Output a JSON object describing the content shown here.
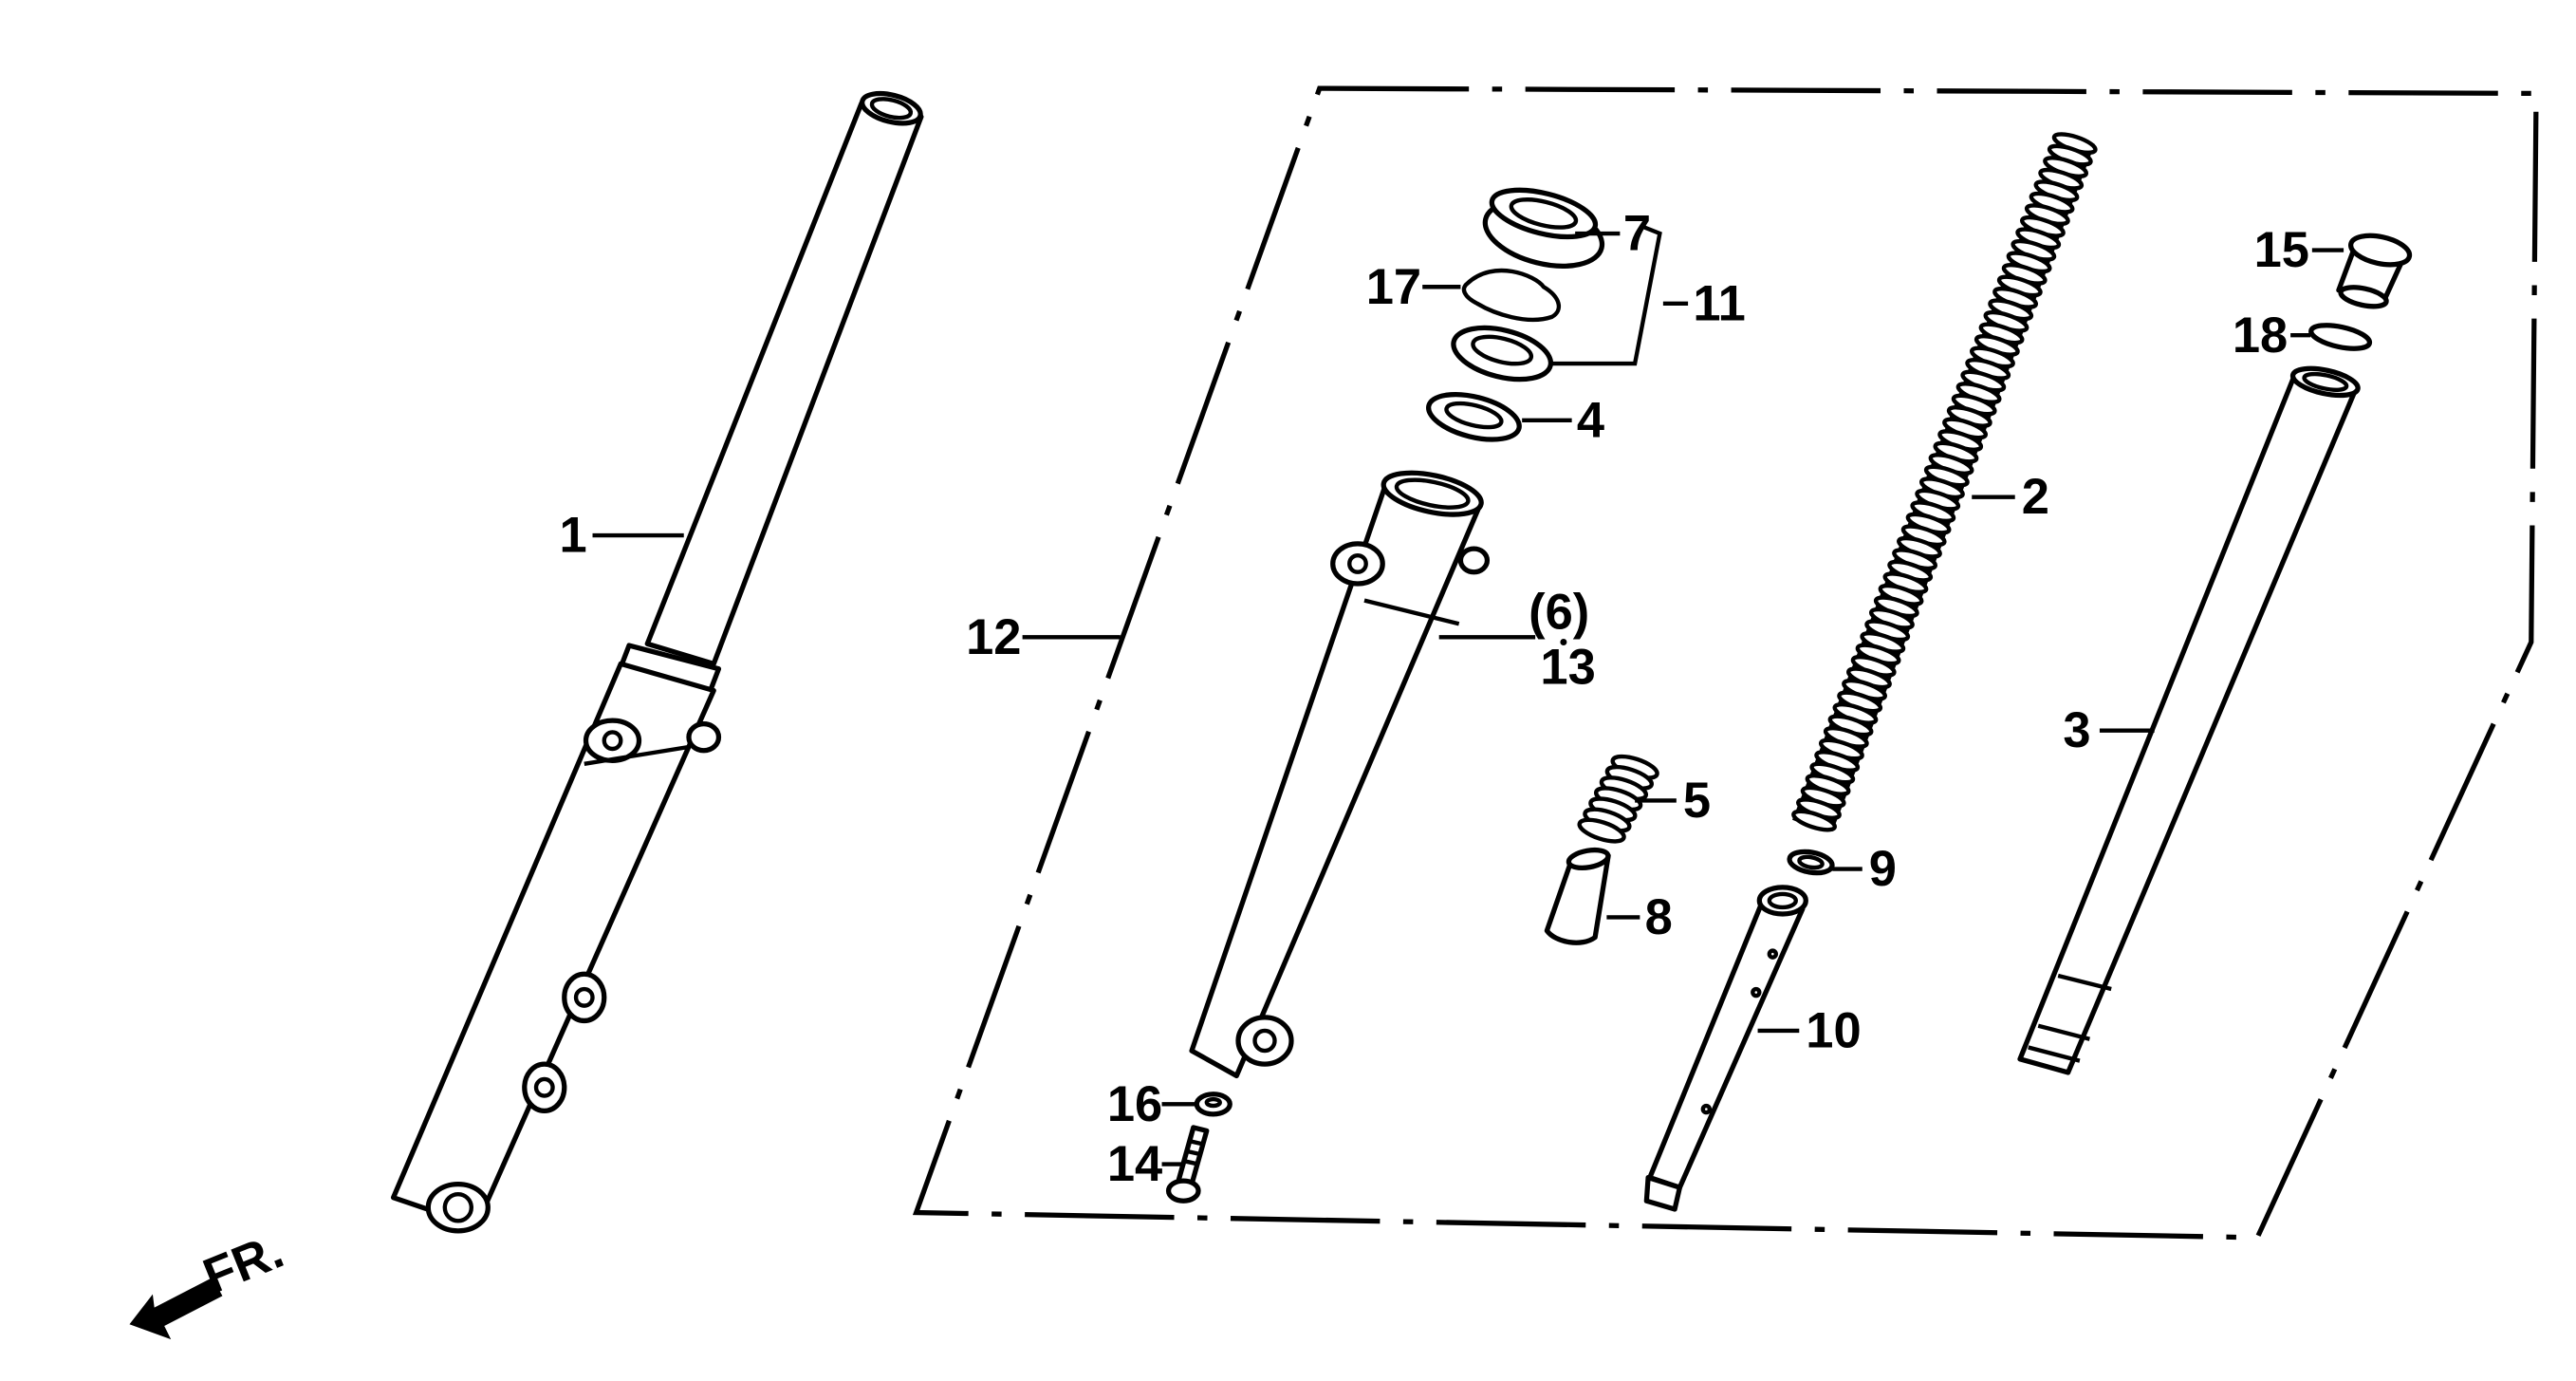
{
  "diagram": {
    "colors": {
      "ink": "#000000",
      "paper": "#ffffff"
    },
    "callouts": {
      "p1": "1",
      "p2": "2",
      "p3": "3",
      "p4": "4",
      "p5": "5",
      "p6": "(6)",
      "p7": "7",
      "p8": "8",
      "p9": "9",
      "p10": "10",
      "p11": "11",
      "p12": "12",
      "p13": "13",
      "p14": "14",
      "p15": "15",
      "p16": "16",
      "p17": "17",
      "p18": "18"
    },
    "direction": {
      "label": "FR.",
      "icon": "front-direction-arrow-icon"
    }
  }
}
